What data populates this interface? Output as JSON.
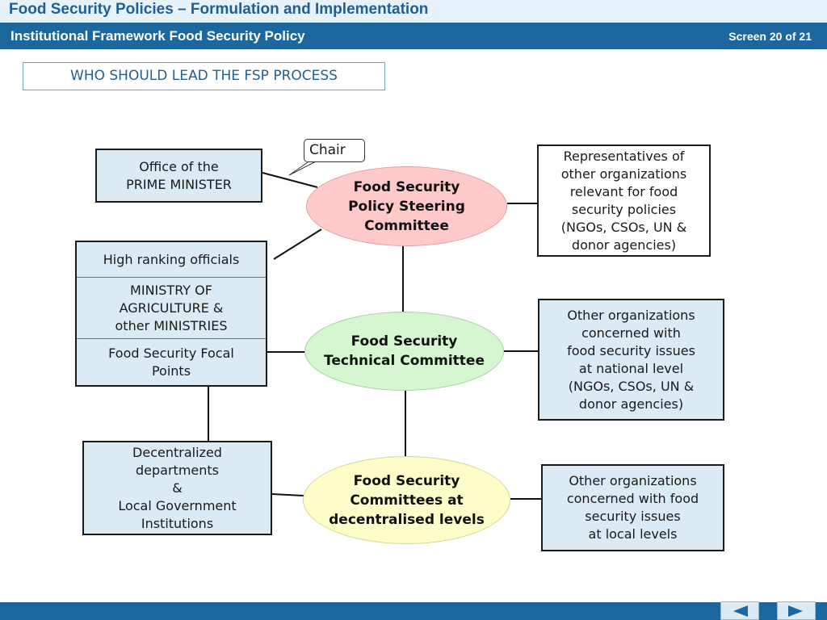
{
  "header": {
    "course_title": "Food Security Policies – Formulation and Implementation",
    "section_title": "Institutional Framework Food Security Policy",
    "screen_counter": "Screen 20 of 21"
  },
  "slide": {
    "heading": "WHO SHOULD LEAD THE FSP PROCESS",
    "chair_callout": "Chair"
  },
  "left_boxes": {
    "prime_minister": "Office of the\nPRIME MINISTER",
    "high_officials": "High ranking officials",
    "ministries": "MINISTRY OF\nAGRICULTURE &\nother MINISTRIES",
    "focal_points": "Food Security Focal\nPoints",
    "decentralized": "Decentralized\ndepartments\n&\nLocal Government\nInstitutions"
  },
  "center_ovals": {
    "steering": "Food Security\nPolicy Steering\nCommittee",
    "technical": "Food Security\nTechnical Committee",
    "decentralised": "Food Security\nCommittees at\ndecentralised levels"
  },
  "right_boxes": {
    "representatives": "Representatives of\nother organizations\nrelevant for food\nsecurity policies\n(NGOs, CSOs, UN &\ndonor agencies)",
    "national": "Other organizations\nconcerned with\nfood security issues\nat national level\n(NGOs, CSOs, UN &\ndonor agencies)",
    "local": "Other organizations\nconcerned with food\nsecurity issues\nat local levels"
  },
  "colors": {
    "steering_fill": "#fec9c8",
    "technical_fill": "#d6f6d2",
    "decentralised_fill": "#fdfdca",
    "box_fill": "#dbeaf3",
    "header_blue": "#1c679e"
  },
  "navigation": {
    "back_icon": "triangle-left-icon",
    "next_icon": "triangle-right-icon"
  }
}
